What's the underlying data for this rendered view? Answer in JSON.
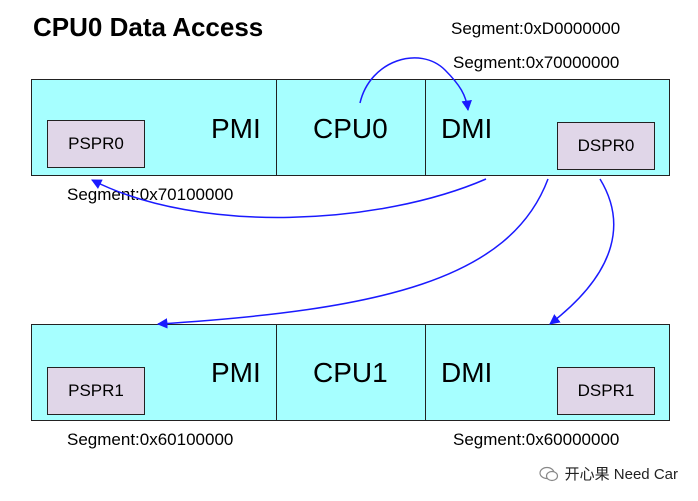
{
  "title": "CPU0 Data Access",
  "top_row": {
    "pmi": "PMI",
    "cpu": "CPU0",
    "dmi": "DMI",
    "pspr": "PSPR0",
    "dspr": "DSPR0"
  },
  "bottom_row": {
    "pmi": "PMI",
    "cpu": "CPU1",
    "dmi": "DMI",
    "pspr": "PSPR1",
    "dspr": "DSPR1"
  },
  "segments": {
    "d0": "Segment:0xD0000000",
    "s70000000": "Segment:0x70000000",
    "s70100000": "Segment:0x70100000",
    "s60100000": "Segment:0x60100000",
    "s60000000": "Segment:0x60000000"
  },
  "watermark": "开心果 Need Car",
  "colors": {
    "block_fill": "#a6ffff",
    "memory_fill": "#e0d6e8",
    "arrow": "#1a1aff"
  }
}
